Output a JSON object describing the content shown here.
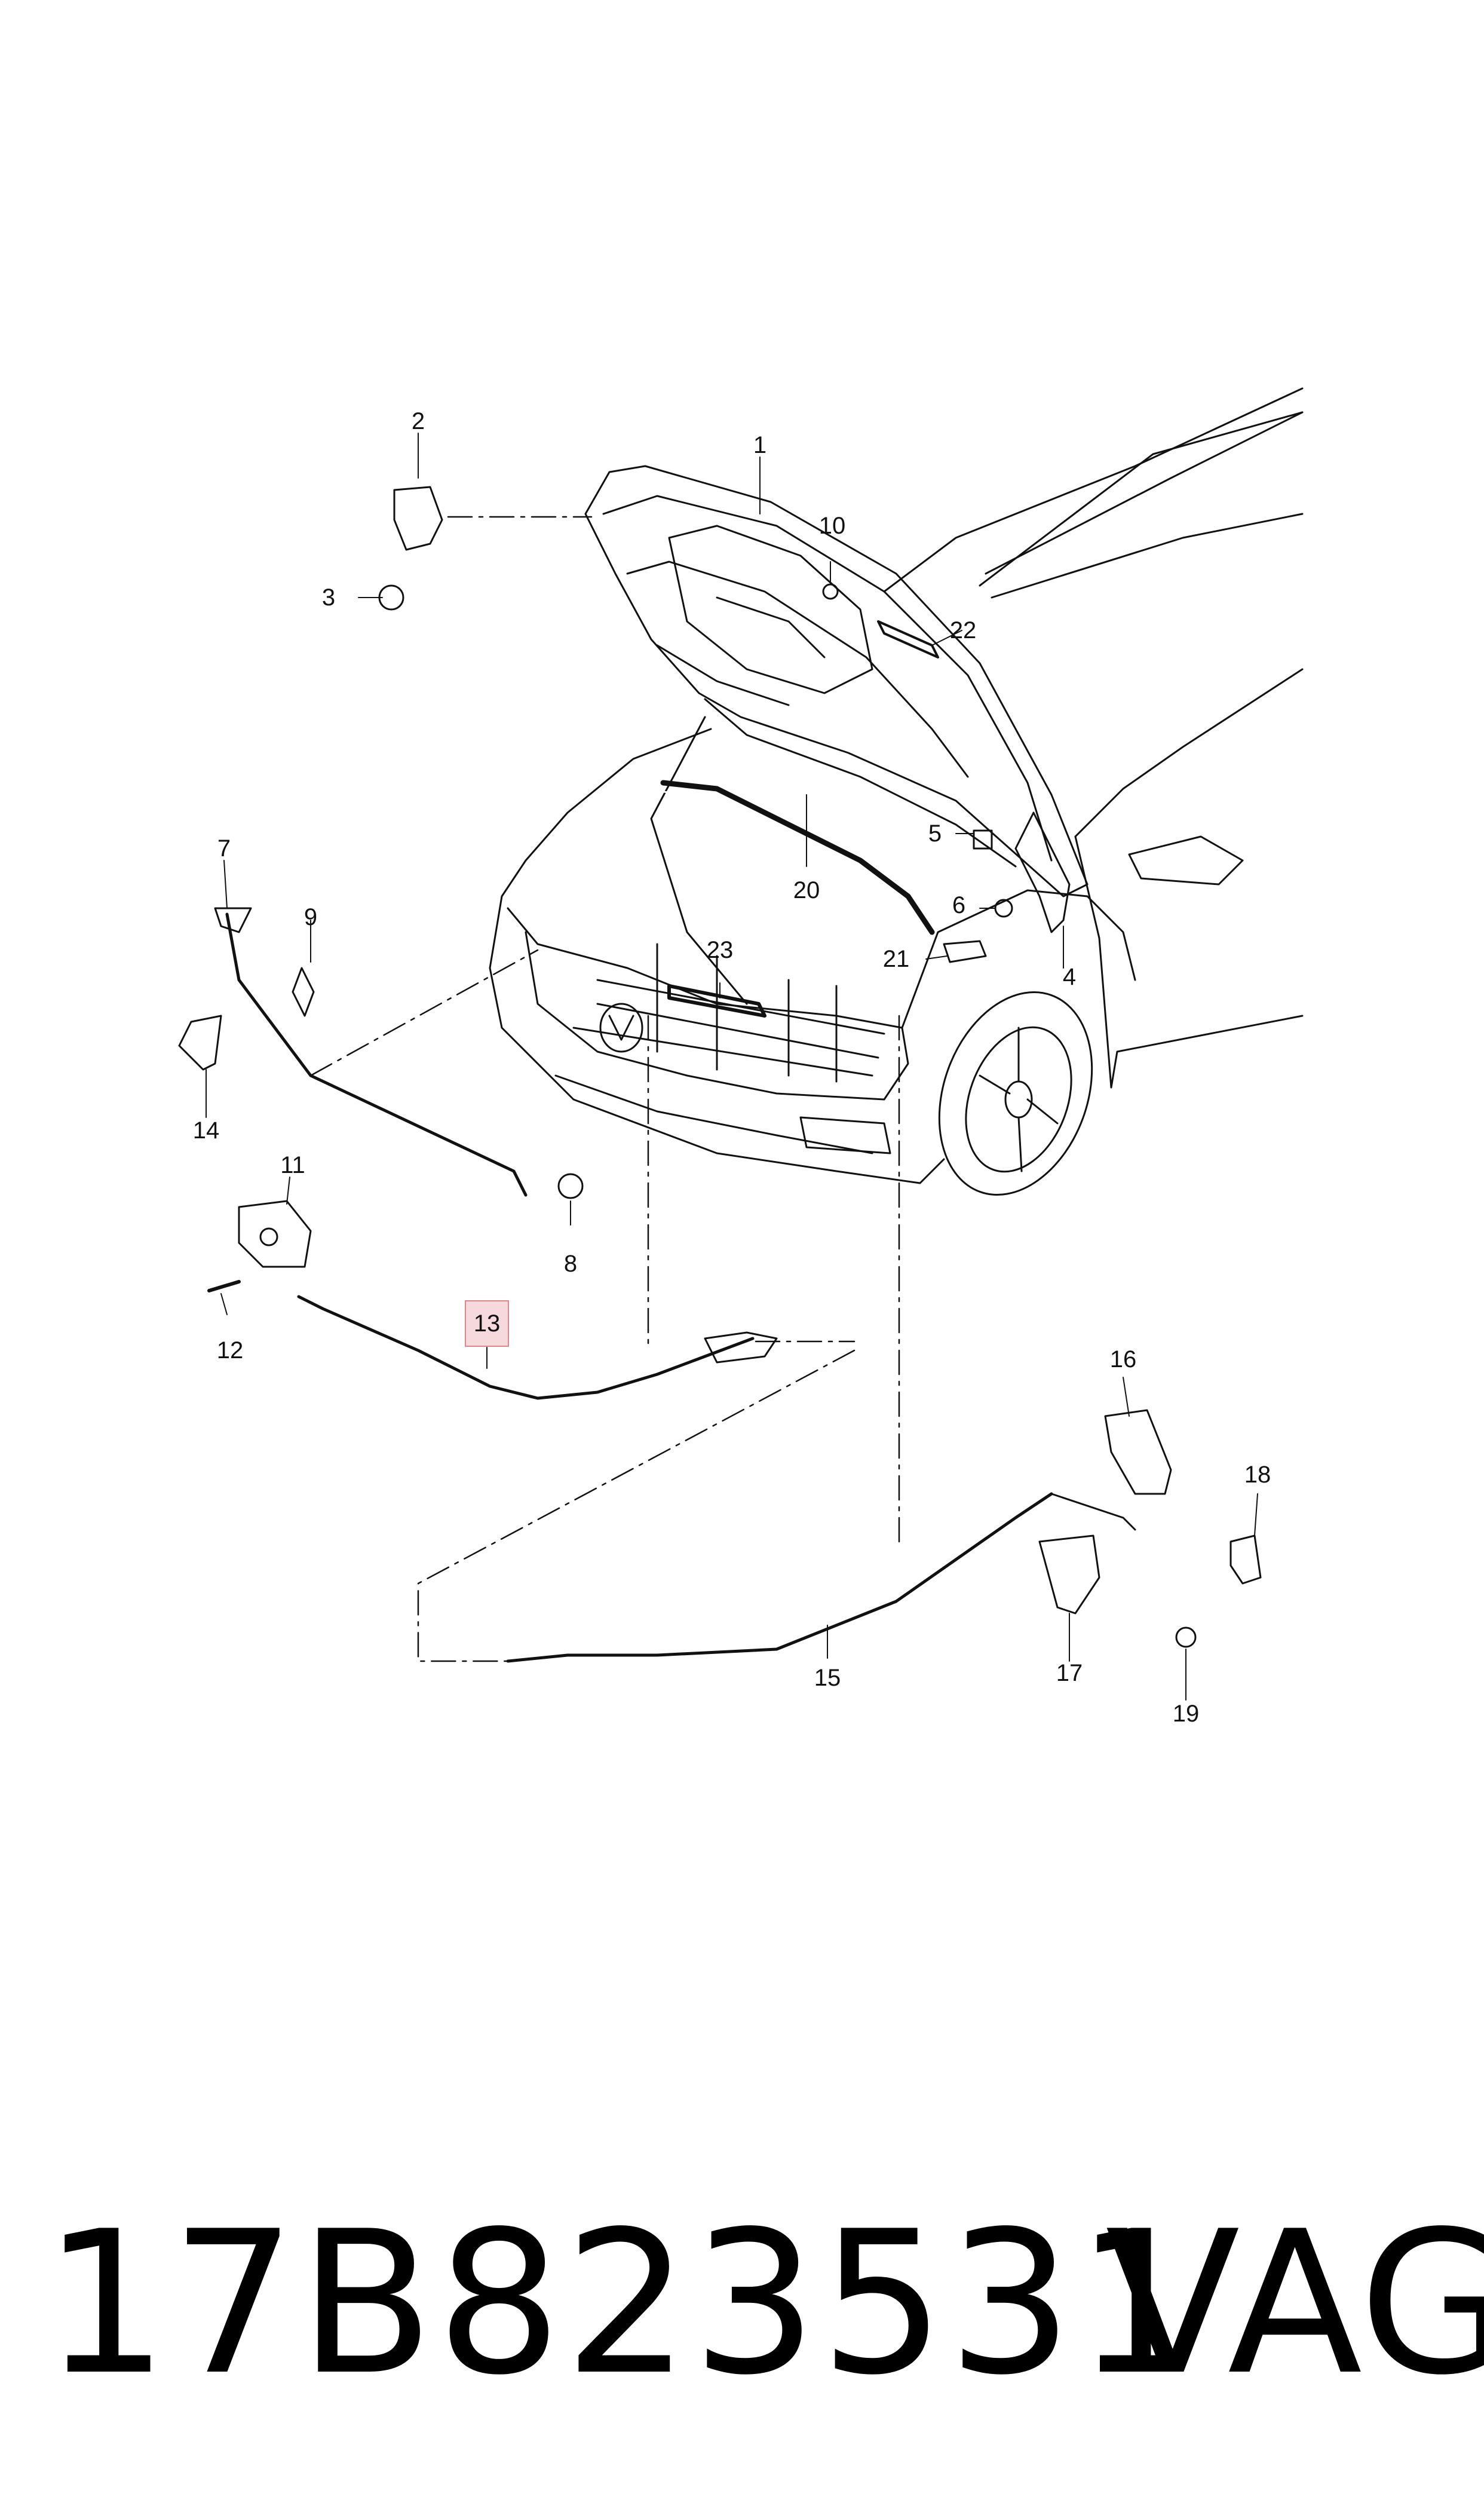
{
  "diagram": {
    "callouts": [
      {
        "id": "1",
        "label": "1"
      },
      {
        "id": "2",
        "label": "2"
      },
      {
        "id": "3",
        "label": "3"
      },
      {
        "id": "4",
        "label": "4"
      },
      {
        "id": "5",
        "label": "5"
      },
      {
        "id": "6",
        "label": "6"
      },
      {
        "id": "7",
        "label": "7"
      },
      {
        "id": "8",
        "label": "8"
      },
      {
        "id": "9",
        "label": "9"
      },
      {
        "id": "10",
        "label": "10"
      },
      {
        "id": "11",
        "label": "11"
      },
      {
        "id": "12",
        "label": "12"
      },
      {
        "id": "13",
        "label": "13",
        "highlighted": true
      },
      {
        "id": "14",
        "label": "14"
      },
      {
        "id": "15",
        "label": "15"
      },
      {
        "id": "16",
        "label": "16"
      },
      {
        "id": "17",
        "label": "17"
      },
      {
        "id": "18",
        "label": "18"
      },
      {
        "id": "19",
        "label": "19"
      },
      {
        "id": "20",
        "label": "20"
      },
      {
        "id": "21",
        "label": "21"
      },
      {
        "id": "22",
        "label": "22"
      },
      {
        "id": "23",
        "label": "23"
      }
    ],
    "highlight_color": "#f6d9dd"
  },
  "footer": {
    "part_number": "17B823531",
    "brand": "VAG"
  }
}
